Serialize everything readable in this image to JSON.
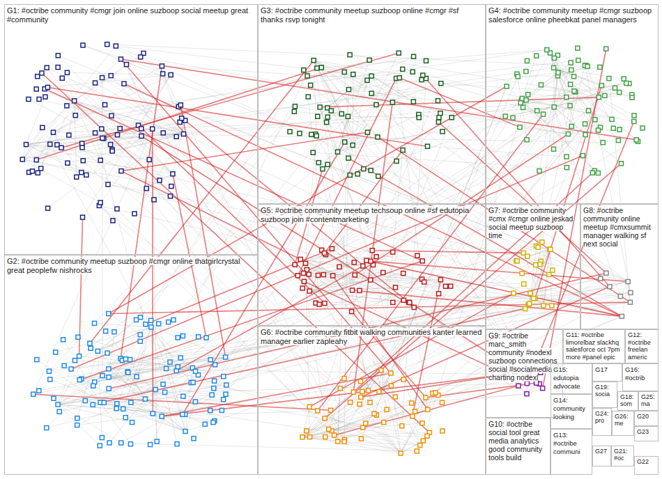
{
  "diagram": {
    "nodes": [
      {
        "text": [
          "G1: #octribe community #cmgr join online suzboop social meetup great #community"
        ]
      },
      {
        "text": [
          "G2: #octribe community meetup suzboop #cmgr online thatgirlcrystal great peoplefw nishrocks"
        ]
      },
      {
        "text": [
          "G3: #octribe community meetup suzboop online #cmgr #sf thanks rsvp tonight"
        ]
      },
      {
        "text": [
          "G4: #octribe community meetup #cmgr suzboop salesforce online pheebkat panel managers"
        ]
      },
      {
        "text": [
          "G5: #octribe community meetup techsoup online #sf edutopia suzboop join #contentmarketing"
        ]
      },
      {
        "text": [
          "G6: #octribe community fitbit walking communities kanter learned manager earlier zapleahy"
        ]
      },
      {
        "text": [
          "G7: #octribe community #cmx #cmgr online jeskad social meetup suzboop time"
        ]
      },
      {
        "text": [
          "G8: #octribe community online meetup #cmxsummit manager walking sf next social"
        ]
      },
      {
        "text": [
          "G9: #octribe marc_smith community #nodexl suzboop connections social #socialmedia charting nodexl"
        ]
      },
      {
        "text": [
          "G10: #octribe social tool great media analytics good community tools build"
        ]
      },
      {
        "text": [
          "G11: #octribe limorelbaz slackhq salesforce oct 7pm more #panel epic"
        ]
      },
      {
        "text": [
          "G12: #octribe freelan americ"
        ]
      },
      {
        "text": [
          "G13: #octribe communi"
        ]
      },
      {
        "text": [
          "G14: community looking"
        ]
      },
      {
        "text": [
          "G15: edutopia advocate"
        ]
      },
      {
        "text": [
          "G16: #octrib"
        ]
      },
      {
        "text": [
          "G17"
        ]
      },
      {
        "text": [
          "G18: som"
        ]
      },
      {
        "text": [
          "G19: socia"
        ]
      },
      {
        "text": [
          "G20"
        ]
      },
      {
        "text": [
          "G21: #oc"
        ]
      },
      {
        "text": [
          "G22"
        ]
      },
      {
        "text": [
          "G23"
        ]
      },
      {
        "text": [
          "G24: pro"
        ]
      },
      {
        "text": [
          "G25: ma"
        ]
      },
      {
        "text": [
          "G26: me"
        ]
      },
      {
        "text": [
          "G27"
        ]
      }
    ]
  }
}
